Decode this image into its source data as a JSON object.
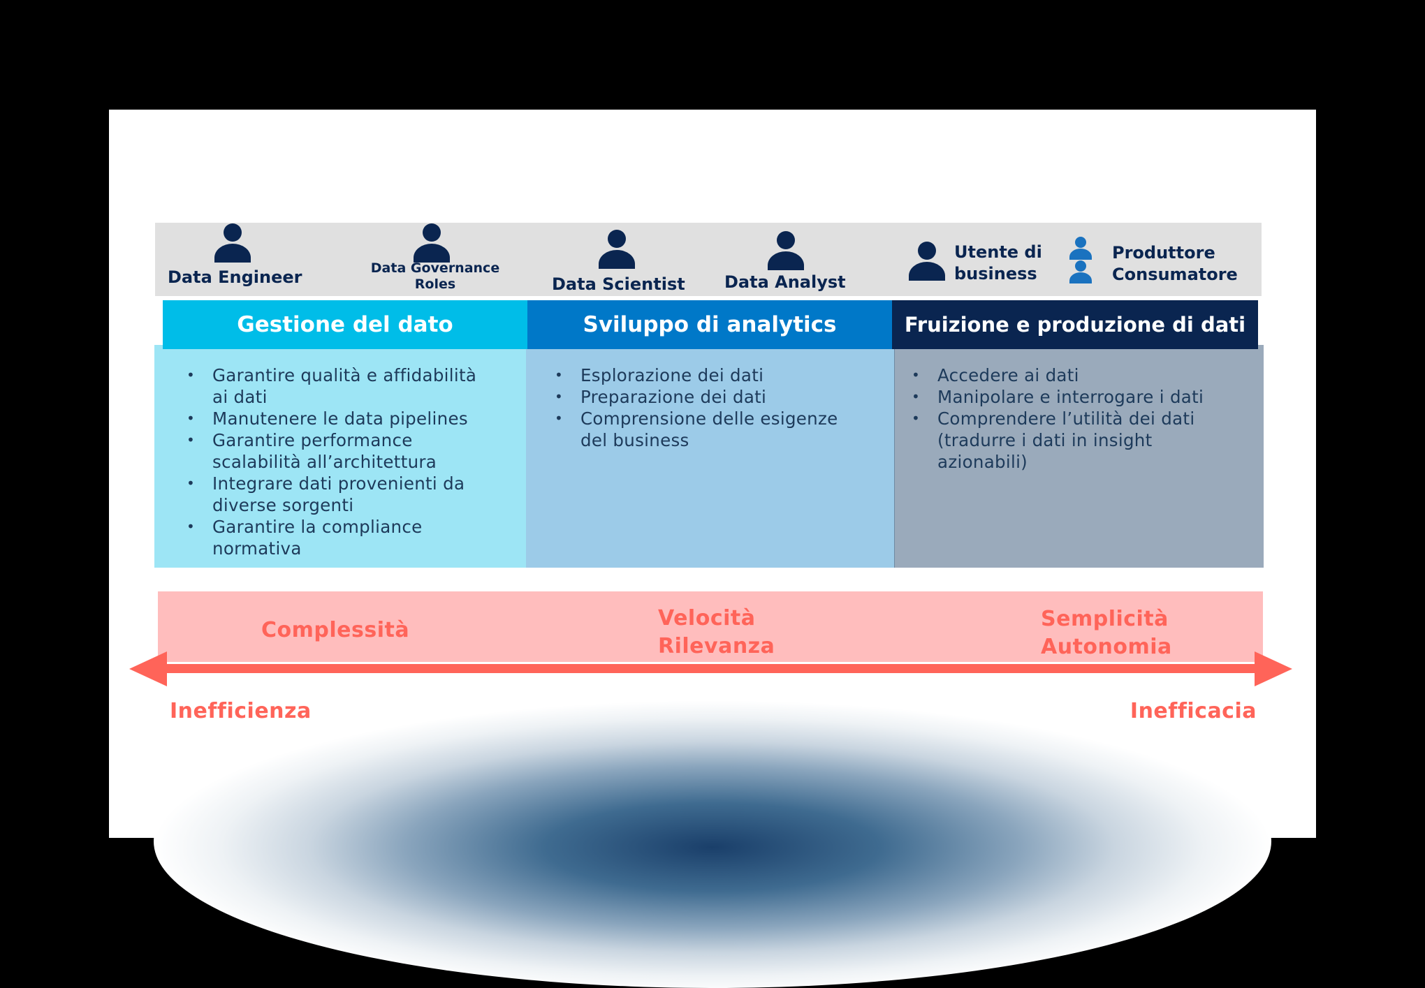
{
  "roles": [
    {
      "id": "data-engineer",
      "lines": [
        "Data Engineer"
      ],
      "icon": "person-icon",
      "color": "#0a2550"
    },
    {
      "id": "data-governance",
      "lines": [
        "Data Governance",
        "Roles"
      ],
      "icon": "person-icon",
      "color": "#0a2550"
    },
    {
      "id": "data-scientist",
      "lines": [
        "Data Scientist"
      ],
      "icon": "person-icon",
      "color": "#0a2550"
    },
    {
      "id": "data-analyst",
      "lines": [
        "Data Analyst"
      ],
      "icon": "person-icon",
      "color": "#0a2550"
    },
    {
      "id": "business-user",
      "lines": [
        "Utente di",
        "business"
      ],
      "icon": "person-icon",
      "color": "#0a2550"
    },
    {
      "id": "producer-consumer",
      "lines": [
        "Produttore",
        "Consumatore"
      ],
      "icon": "two-persons-icon",
      "color": "#1a72bf"
    }
  ],
  "columns": [
    {
      "title": "Gestione del dato",
      "header_color": "#00bde8",
      "body_color": "#9de5f5",
      "items": [
        [
          "Garantire qualità e affidabilità",
          "ai dati"
        ],
        [
          "Manutenere le data pipelines"
        ],
        [
          "Garantire performance",
          "scalabilità all’architettura"
        ],
        [
          "Integrare dati provenienti da",
          "diverse sorgenti"
        ],
        [
          "Garantire la compliance",
          "normativa"
        ]
      ]
    },
    {
      "title": "Sviluppo di analytics",
      "header_color": "#0078c8",
      "body_color": "#9ccbe8",
      "items": [
        [
          "Esplorazione dei dati"
        ],
        [
          "Preparazione dei dati"
        ],
        [
          "Comprensione delle esigenze",
          "del business"
        ]
      ]
    },
    {
      "title": "Fruizione e produzione di dati",
      "header_color": "#0a2550",
      "body_color": "#9aaabb",
      "items": [
        [
          "Accedere ai dati"
        ],
        [
          "Manipolare e interrogare i dati"
        ],
        [
          "Comprendere l’utilità dei dati",
          "(tradurre i dati in insight",
          "azionabili)"
        ]
      ]
    }
  ],
  "spectrum": {
    "left": [
      "Complessità"
    ],
    "center": [
      "Velocità",
      "Rilevanza"
    ],
    "right": [
      "Semplicità",
      "Autonomia"
    ],
    "left_extreme": "Inefficienza",
    "right_extreme": "Inefficacia",
    "band_color": "#ffbdbd",
    "accent_color": "#ff6459"
  },
  "bullet": "•"
}
